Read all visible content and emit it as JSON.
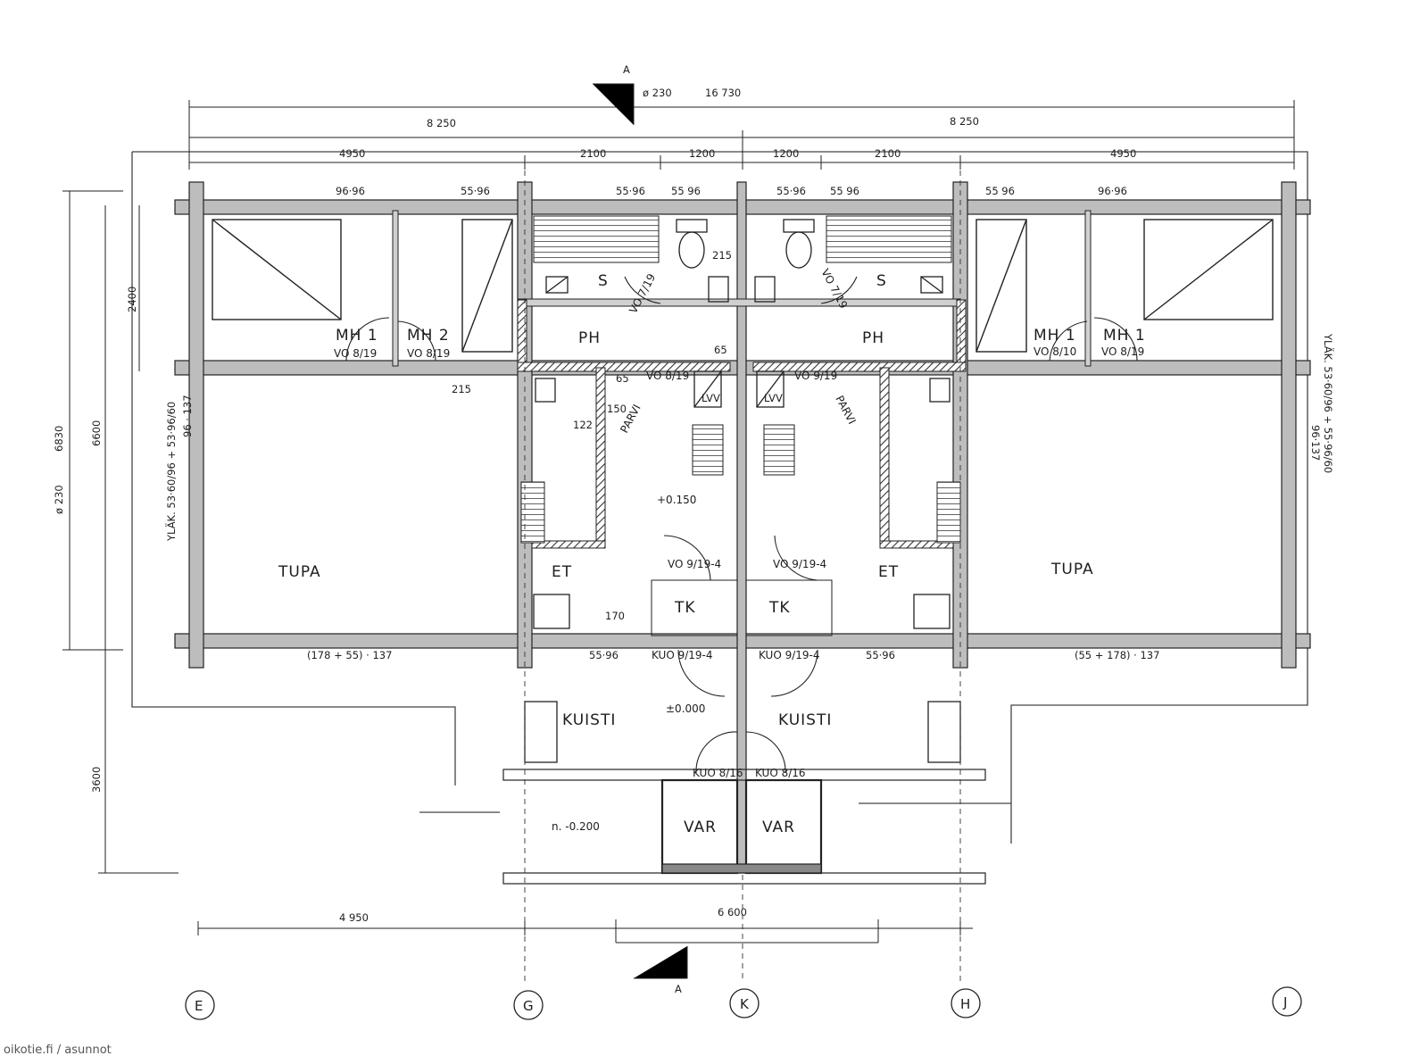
{
  "plan": {
    "rooms": {
      "mh1_left": "MH 1",
      "mh2_left": "MH 2",
      "s_left": "S",
      "ph_left": "PH",
      "tupa_left": "TUPA",
      "et_left": "ET",
      "tk_left": "TK",
      "kuisti_left": "KUISTI",
      "var_left": "VAR",
      "mh1_right_a": "MH 1",
      "mh1_right_b": "MH 1",
      "s_right": "S",
      "ph_right": "PH",
      "tupa_right": "TUPA",
      "et_right": "ET",
      "tk_right": "TK",
      "kuisti_right": "KUISTI",
      "var_right": "VAR"
    },
    "doors": {
      "d1": "VO 8/19",
      "d2": "VO 8/19",
      "d3": "VO 7/19",
      "d4": "VO 8/19",
      "d5": "VO 7/19",
      "d6": "VO 9/19",
      "d7": "VO 8/10",
      "d8": "VO 8/19",
      "d9": "VO 9/19-4",
      "d10": "VO 9/19-4",
      "d11": "KUO 9/19-4",
      "d12": "KUO 9/19-4",
      "d13": "KUO 8/16",
      "d14": "KUO 8/16"
    },
    "windows": {
      "w1": "96·96",
      "w2": "55·96",
      "w3": "55·96",
      "w4": "55 96",
      "w5": "55·96",
      "w6": "55 96",
      "w7": "55 96",
      "w8": "96·96",
      "w9": "(178 + 55) · 137",
      "w10": "55·96",
      "w11": "55·96",
      "w12": "(55 + 178) · 137",
      "w13": "96 · 137",
      "w14": "96·137",
      "w15": "YLÄK. 53·60/96 + 53·96/60",
      "w16": "YLÄK. 53·60/96 + 55·96/60"
    },
    "levels": {
      "l1": "+0.150",
      "l2": "±0.000",
      "l3": "n. -0.200"
    },
    "fixtures": {
      "parvi_a": "PARVI",
      "parvi_b": "PARVI",
      "lvv_a": "LVV",
      "lvv_b": "LVV"
    },
    "notes": {
      "n1": "215",
      "n2": "215",
      "n3": "65",
      "n4": "65",
      "n5": "150",
      "n6": "122",
      "n7": "170"
    },
    "dimensions": {
      "top_total": "16 730",
      "top_dia": "ø 230",
      "half_left": "8 250",
      "half_right": "8 250",
      "t1": "4950",
      "t2": "2100",
      "t3": "1200",
      "t4": "1200",
      "t5": "2100",
      "t6": "4950",
      "l_total": "6830",
      "l_dia": "ø 230",
      "l_6600": "6600",
      "l_2400": "2400",
      "l_3600": "3600",
      "b1": "4 950",
      "b2": "6 600"
    },
    "section": {
      "top": "A",
      "bottom": "A"
    },
    "grid_axes": [
      "E",
      "G",
      "K",
      "H",
      "J"
    ]
  },
  "watermark": "oikotie.fi / asunnot"
}
